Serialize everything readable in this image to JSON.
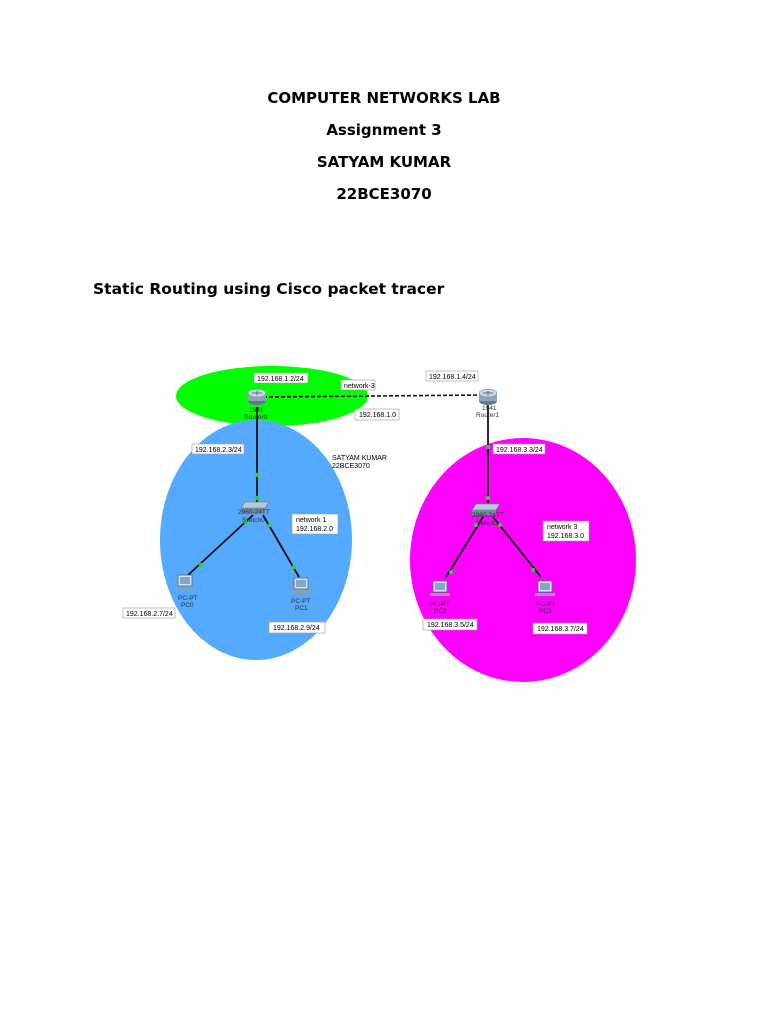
{
  "header": {
    "course": "COMPUTER NETWORKS LAB",
    "assignment": "Assignment 3",
    "student_name": "SATYAM KUMAR",
    "reg_no": "22BCE3070"
  },
  "section_title": "Static Routing using Cisco packet tracer",
  "diagram": {
    "network3": {
      "label": "network-3",
      "address": "192.168.1.0",
      "color": "#00ff00"
    },
    "network1": {
      "label_line1": "network 1",
      "label_line2": "192.168.2.0",
      "color": "#55aaff"
    },
    "network_right": {
      "label_line1": "network 3",
      "label_line2": "192.168.3.0",
      "color": "#ff00ff"
    },
    "router0": {
      "model": "1941",
      "name": "Router0",
      "serial_ip": "192.168.1.2/24",
      "lan_ip": "192.168.2.3/24"
    },
    "router1": {
      "model": "1941",
      "name": "Router1",
      "serial_ip": "192.168.1.4/24",
      "lan_ip": "192.168.3.3/24"
    },
    "switch0": {
      "model": "2960-24TT",
      "name": "Switch0"
    },
    "switch1": {
      "model": "2960-24TT",
      "name": "Switch1"
    },
    "pc0": {
      "type": "PC-PT",
      "name": "PC0",
      "ip": "192.168.2.7/24"
    },
    "pc1": {
      "type": "PC-PT",
      "name": "PC1",
      "ip": "192.168.2.9/24"
    },
    "pc2": {
      "type": "PC-PT",
      "name": "PC2",
      "ip": "192.168.3.5/24"
    },
    "pc3": {
      "type": "PC-PT",
      "name": "PC3",
      "ip": "192.168.3.7/24"
    },
    "watermark_name": "SATYAM KUMAR",
    "watermark_id": "22BCE3070",
    "link_color": "#111111",
    "port_color": "#33cc33"
  }
}
